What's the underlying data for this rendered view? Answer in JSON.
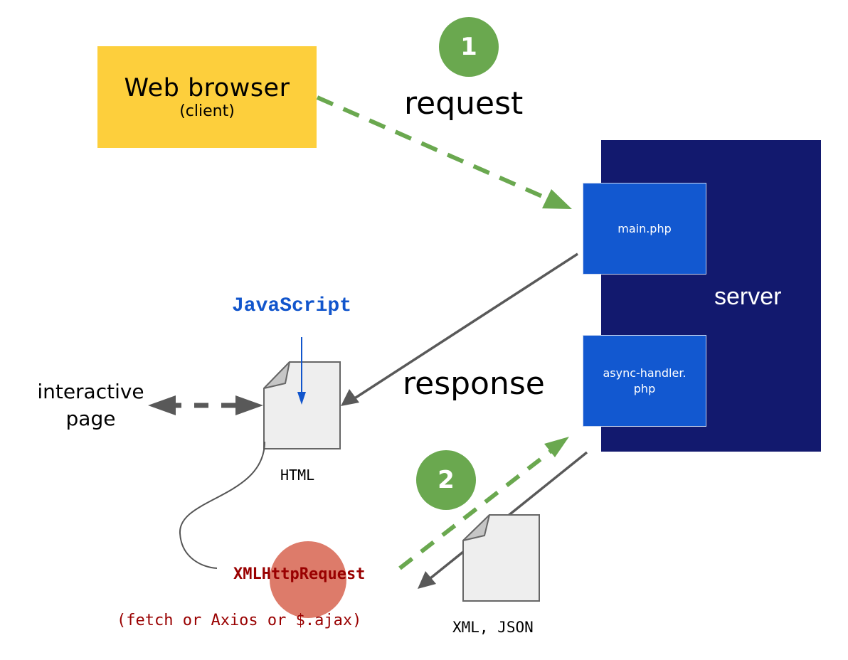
{
  "diagram": {
    "client": {
      "title": "Web browser",
      "subtitle": "(client)",
      "color": "#fdcf3c"
    },
    "server": {
      "label": "server",
      "color": "#12196e"
    },
    "server_files": [
      {
        "name": "main.php",
        "color": "#1258d0"
      },
      {
        "name": "async-handler. php",
        "line1": "async-handler.",
        "line2": "php",
        "color": "#1258d0"
      }
    ],
    "flow_labels": {
      "request": "request",
      "response": "response"
    },
    "steps": [
      {
        "number": "1",
        "color": "#6aa84f"
      },
      {
        "number": "2",
        "color": "#6aa84f"
      }
    ],
    "documents": {
      "html": {
        "label": "HTML"
      },
      "data": {
        "label": "XML, JSON"
      }
    },
    "javascript_label": "JavaScript",
    "interactive_page": {
      "line1": "interactive",
      "line2": "page"
    },
    "xhr": {
      "label": "XMLHttpRequest",
      "alternatives": "(fetch or Axios or $.ajax)",
      "circle_color": "#dd7b6a",
      "text_color": "#990000"
    },
    "colors": {
      "async_arrow": "#6aa84f",
      "sync_arrow": "#595959",
      "js_arrow": "#1155cc",
      "document_fill": "#eeeeee",
      "document_stroke": "#666666"
    }
  }
}
